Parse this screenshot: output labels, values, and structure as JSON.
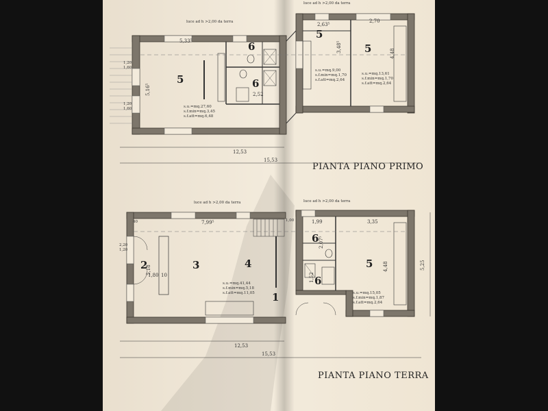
{
  "plans": {
    "first_floor": {
      "title": "PIANTA PIANO PRIMO",
      "light_note_left": "luce ad h >2,00 da terra",
      "light_note_right": "luce ad h >2,00 da terra",
      "rooms": {
        "r5a": "5",
        "r6a": "6",
        "r6b": "6",
        "r5b": "5",
        "r5c": "5"
      },
      "dims": {
        "d_533": "5,33⁵",
        "d_516": "5,16⁵",
        "d_252": "2,52",
        "d_263": "2,63⁵",
        "d_270": "2,70",
        "d_348": "3,48⁵",
        "d_448": "4,48",
        "d_120a": "1,20",
        "d_160a": "1,60",
        "d_120b": "1,20",
        "d_160b": "1,60",
        "d_1253": "12,53",
        "d_1553": "15,53",
        "d_20a": "1,20",
        "d_20b": "1,20"
      },
      "stats_left": [
        "s.u.=mq.27,60",
        "s.f.min=mq.3,45",
        "s.f.att=mq.6,48"
      ],
      "stats_mid": [
        "s.u.=mq.9,00",
        "s.f.min=mq.1,70",
        "s.f.att=mq.2,64"
      ],
      "stats_right": [
        "s.u.=mq.13,61",
        "s.f.min=mq.1,70",
        "s.f.att=mq.2,64"
      ]
    },
    "ground_floor": {
      "title": "PIANTA PIANO TERRA",
      "light_note_left": "luce ad h >2,00 da terra",
      "light_note_right": "luce ad h >2,00 da terra",
      "rooms": {
        "r2": "2",
        "r3": "3",
        "r4": "4",
        "r1": "1",
        "r6a": "6",
        "r6b": "6",
        "r5": "5"
      },
      "dims": {
        "d_40": "40",
        "d_799": "7,99⁵",
        "d_100": "1,00",
        "d_199": "1,99",
        "d_335": "3,35",
        "d_220": "2,20",
        "d_120": "1,20",
        "d_518": "5,18",
        "d_180": "1,80",
        "d_10": "10",
        "d_207": "2,07⁵",
        "d_152": "1,52",
        "d_448": "4,48",
        "d_525": "5,25",
        "d_1253": "12,53",
        "d_1553": "15,53"
      },
      "stats_main": [
        "s.u.=mq.41,44",
        "s.f.min=mq.5,18",
        "s.f.att=mq.11,05"
      ],
      "stats_right": [
        "s.u.=mq.15,05",
        "s.f.min=mq.1,87",
        "s.f.att=mq.2,64"
      ]
    }
  }
}
